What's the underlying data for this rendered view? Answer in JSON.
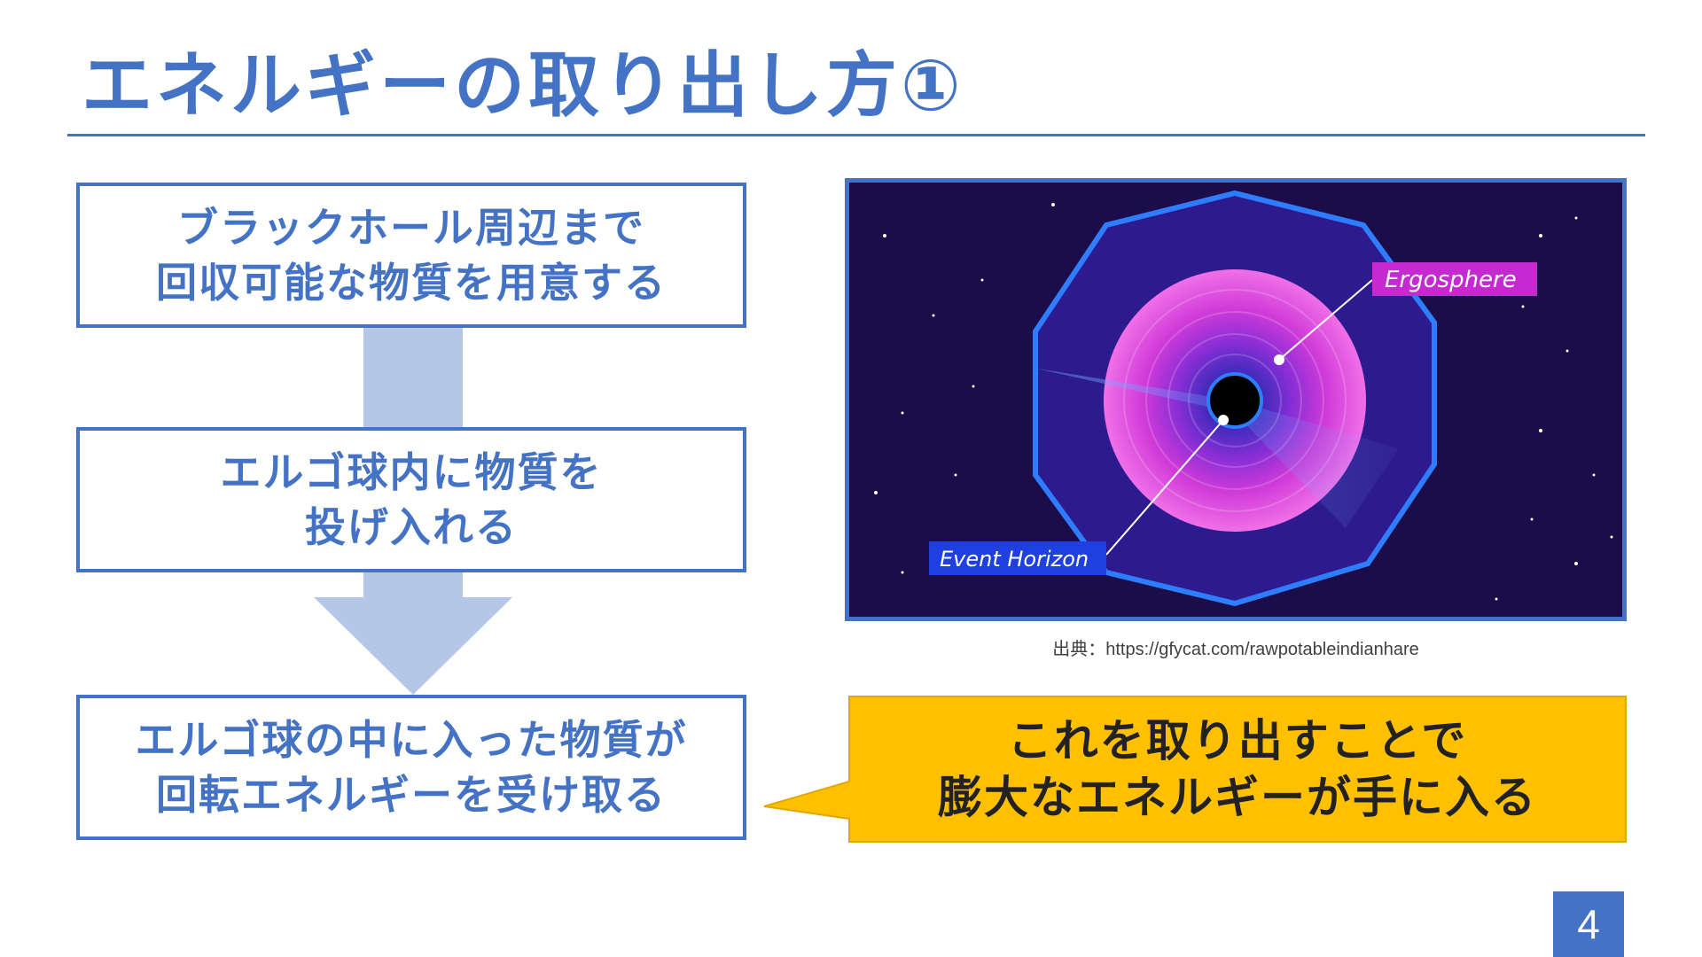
{
  "slide": {
    "title": "エネルギーの取り出し方①",
    "page_number": "4"
  },
  "flow": {
    "steps": [
      "ブラックホール周辺まで\n回収可能な物質を用意する",
      "エルゴ球内に物質を\n投げ入れる",
      "エルゴ球の中に入った物質が\n回転エネルギーを受け取る"
    ]
  },
  "figure": {
    "labels": {
      "ergosphere": "Ergosphere",
      "event_horizon": "Event Horizon"
    },
    "source": "出典：https://gfycat.com/rawpotableindianhare"
  },
  "callout": {
    "text": "これを取り出すことで\n膨大なエネルギーが手に入る"
  },
  "colors": {
    "accent": "#4472c4",
    "arrow": "#b4c7e7",
    "callout_fill": "#ffc000",
    "callout_border": "#e0a800"
  }
}
